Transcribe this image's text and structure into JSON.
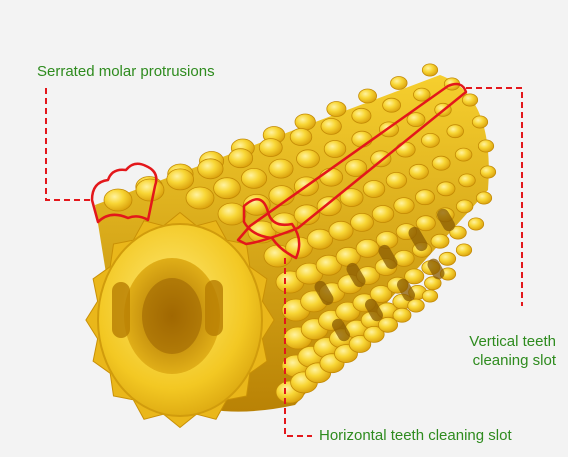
{
  "annotations": {
    "molar": "Serrated molar protrusions",
    "vertical_line1": "Vertical teeth",
    "vertical_line2": "cleaning slot",
    "horizontal": "Horizontal teeth cleaning slot"
  },
  "colors": {
    "label_text": "#2e8b1e",
    "callout_line": "#e3171b",
    "corn_light": "#fbe15a",
    "corn_mid": "#f3c51d",
    "corn_dark": "#c99006",
    "background": "#f3f3f3"
  }
}
